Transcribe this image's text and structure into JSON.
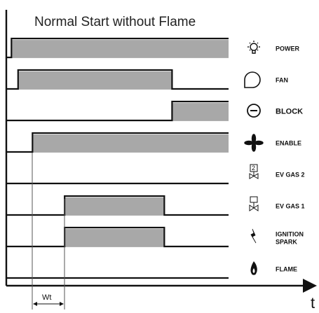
{
  "title": "Normal Start without Flame",
  "time_axis_label": "t",
  "wait_time_label": "Wt",
  "colors": {
    "pulse_fill": "#a8a8a8",
    "line": "#111111",
    "grid": "#666666"
  },
  "signals": [
    {
      "id": "power",
      "label": "POWER",
      "icon": "bulb-icon",
      "on_segments": [
        [
          0.02,
          1.0
        ]
      ]
    },
    {
      "id": "fan",
      "label": "FAN",
      "icon": "fan-icon",
      "on_segments": [
        [
          0.05,
          0.745
        ]
      ]
    },
    {
      "id": "block",
      "label": "BLOCK",
      "icon": "block-icon",
      "on_segments": [
        [
          0.745,
          1.0
        ]
      ]
    },
    {
      "id": "enable",
      "label": "ENABLE",
      "icon": "propeller-icon",
      "on_segments": [
        [
          0.115,
          1.0
        ]
      ]
    },
    {
      "id": "ev_gas_2",
      "label": "EV GAS 2",
      "icon": "valve-2-icon",
      "on_segments": []
    },
    {
      "id": "ev_gas_1",
      "label": "EV GAS 1",
      "icon": "valve-1-icon",
      "on_segments": [
        [
          0.26,
          0.71
        ]
      ]
    },
    {
      "id": "ignition",
      "label": [
        "IGNITION",
        "SPARK"
      ],
      "icon": "spark-icon",
      "on_segments": [
        [
          0.26,
          0.71
        ]
      ]
    },
    {
      "id": "flame",
      "label": "FLAME",
      "icon": "flame-icon",
      "on_segments": []
    }
  ]
}
